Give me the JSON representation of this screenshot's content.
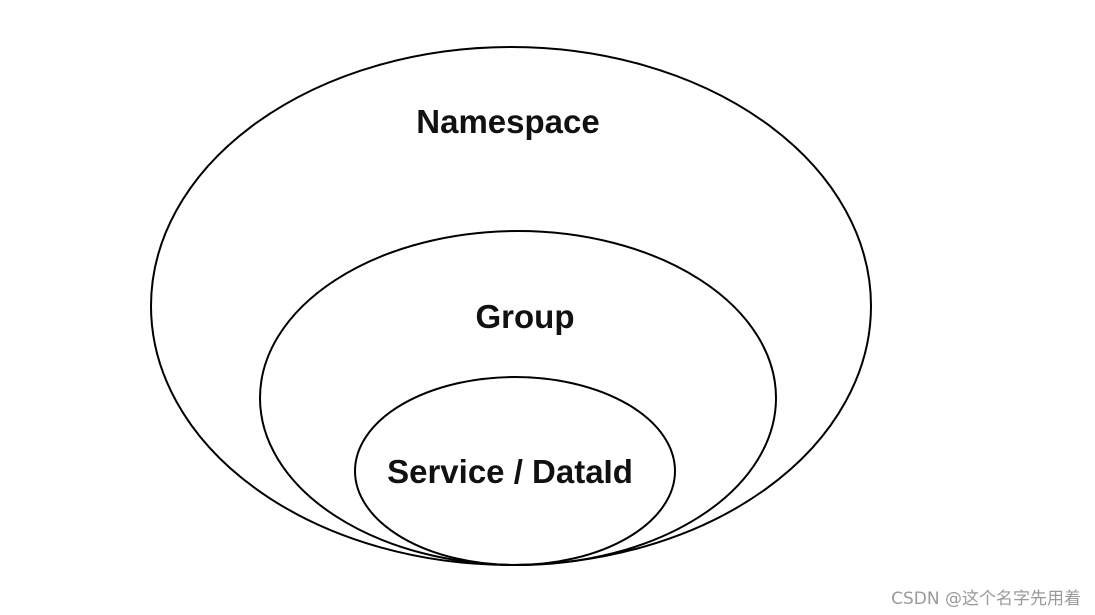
{
  "diagram": {
    "type": "nested-ellipses",
    "levels": [
      {
        "label": "Namespace"
      },
      {
        "label": "Group"
      },
      {
        "label": "Service / DataId"
      }
    ],
    "stroke_color": "#000000",
    "background_color": "#ffffff"
  },
  "watermark": {
    "text": "CSDN @这个名字先用着"
  }
}
